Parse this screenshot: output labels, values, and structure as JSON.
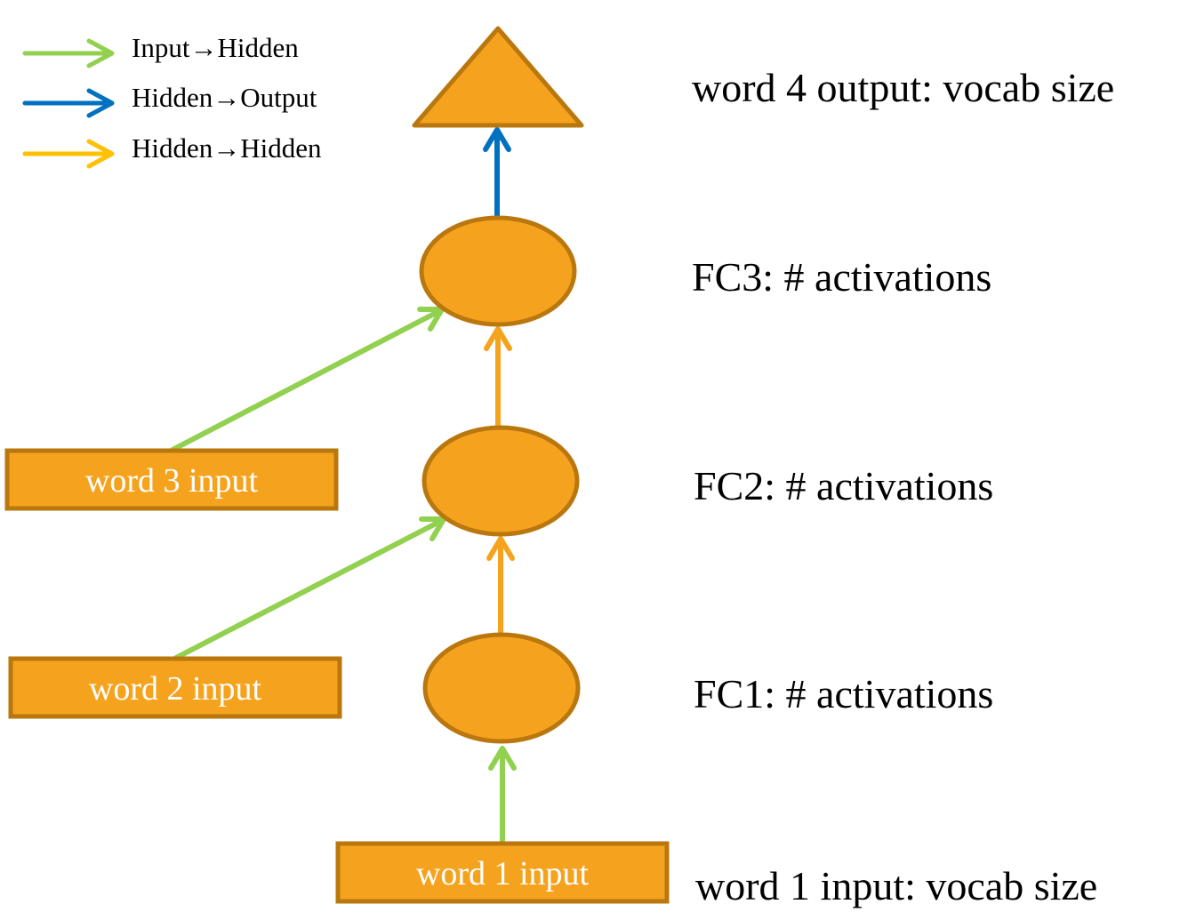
{
  "legend": [
    {
      "from": "Input",
      "to": "Hidden",
      "color": "#92d050"
    },
    {
      "from": "Hidden",
      "to": "Output",
      "color": "#0070c0"
    },
    {
      "from": "Hidden",
      "to": "Hidden",
      "color": "#ffc000"
    }
  ],
  "inputs": {
    "word1": "word 1 input",
    "word2": "word 2 input",
    "word3": "word 3 input"
  },
  "labels": {
    "output": "word 4 output: vocab size",
    "fc3": "FC3: # activations",
    "fc2": "FC2: # activations",
    "fc1": "FC1: # activations",
    "input": "word 1 input: vocab size"
  },
  "colors": {
    "node_fill": "#f5a31f",
    "node_stroke": "#b9770e",
    "input_hidden": "#92d050",
    "hidden_output": "#0070c0",
    "hidden_hidden": "#f5a31f",
    "box_text": "#ffffff"
  }
}
